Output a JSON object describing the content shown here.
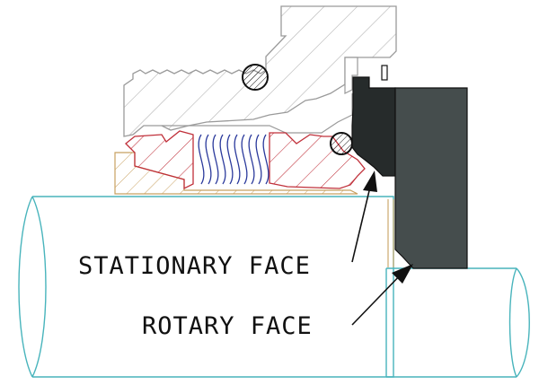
{
  "labels": {
    "stationary_face": "STATIONARY FACE",
    "rotary_face": "ROTARY FACE"
  },
  "colors": {
    "background": "#ffffff",
    "housing_outline": "#9a9a9a",
    "hatch": "#b4b4b4",
    "bellows_outline": "#c0303a",
    "spring": "#2b3a9c",
    "sleeve_outline": "#c8a060",
    "shaft_outline": "#48b4bc",
    "stationary_face_fill": "#262b2b",
    "rotary_face_fill": "#454d4d",
    "oring_fill": "#ffffff",
    "text": "#111111",
    "leader": "#111111"
  },
  "icons": {
    "shaft": "shaft-cylinder",
    "housing": "gland-housing",
    "bellows": "rubber-bellows",
    "spring": "coil-spring",
    "o_ring": "o-ring",
    "stationary_face": "stationary-seal-face",
    "rotary_face": "rotary-seal-face"
  }
}
